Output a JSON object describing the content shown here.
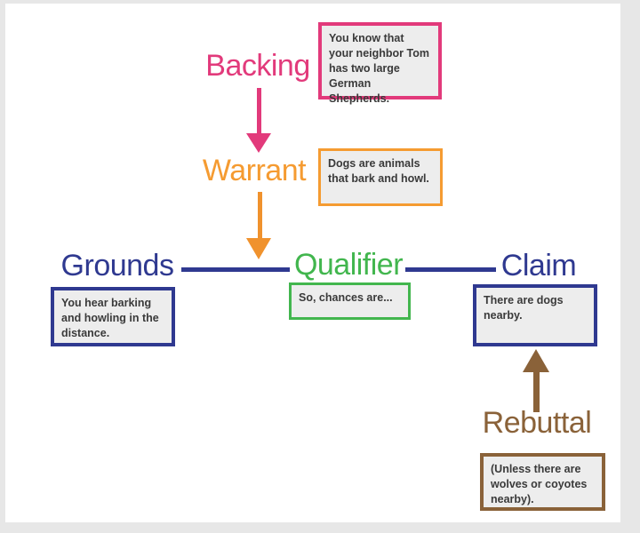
{
  "diagram": {
    "type": "toulmin-argument-model",
    "background": "#ffffff",
    "frame_color": "#e7e7e7",
    "box_fill": "#ededed",
    "box_text_color": "#3a3a3a",
    "nodes": {
      "backing": {
        "label": "Backing",
        "color": "#e23a7b",
        "text": "You know that your neighbor Tom has two large German Shepherds."
      },
      "warrant": {
        "label": "Warrant",
        "color": "#f59b31",
        "text": "Dogs are animals that bark and howl."
      },
      "grounds": {
        "label": "Grounds",
        "color": "#2f3990",
        "text": "You hear barking and howling in the distance."
      },
      "qualifier": {
        "label": "Qualifier",
        "color": "#42b64e",
        "text": "So, chances are..."
      },
      "claim": {
        "label": "Claim",
        "color": "#2f3990",
        "text": "There are dogs nearby."
      },
      "rebuttal": {
        "label": "Rebuttal",
        "color": "#8a6239",
        "text": "(Unless there are wolves or coyotes nearby)."
      }
    },
    "connectors": [
      {
        "from": "backing",
        "to": "warrant",
        "style": "arrow-down",
        "color": "#e23a7b"
      },
      {
        "from": "warrant",
        "to": "qualifier",
        "style": "arrow-down",
        "color": "#f0922d"
      },
      {
        "from": "grounds",
        "to": "qualifier",
        "style": "line",
        "color": "#2f3990"
      },
      {
        "from": "qualifier",
        "to": "claim",
        "style": "line",
        "color": "#2f3990"
      },
      {
        "from": "rebuttal",
        "to": "claim",
        "style": "arrow-up",
        "color": "#8a6239"
      }
    ]
  }
}
